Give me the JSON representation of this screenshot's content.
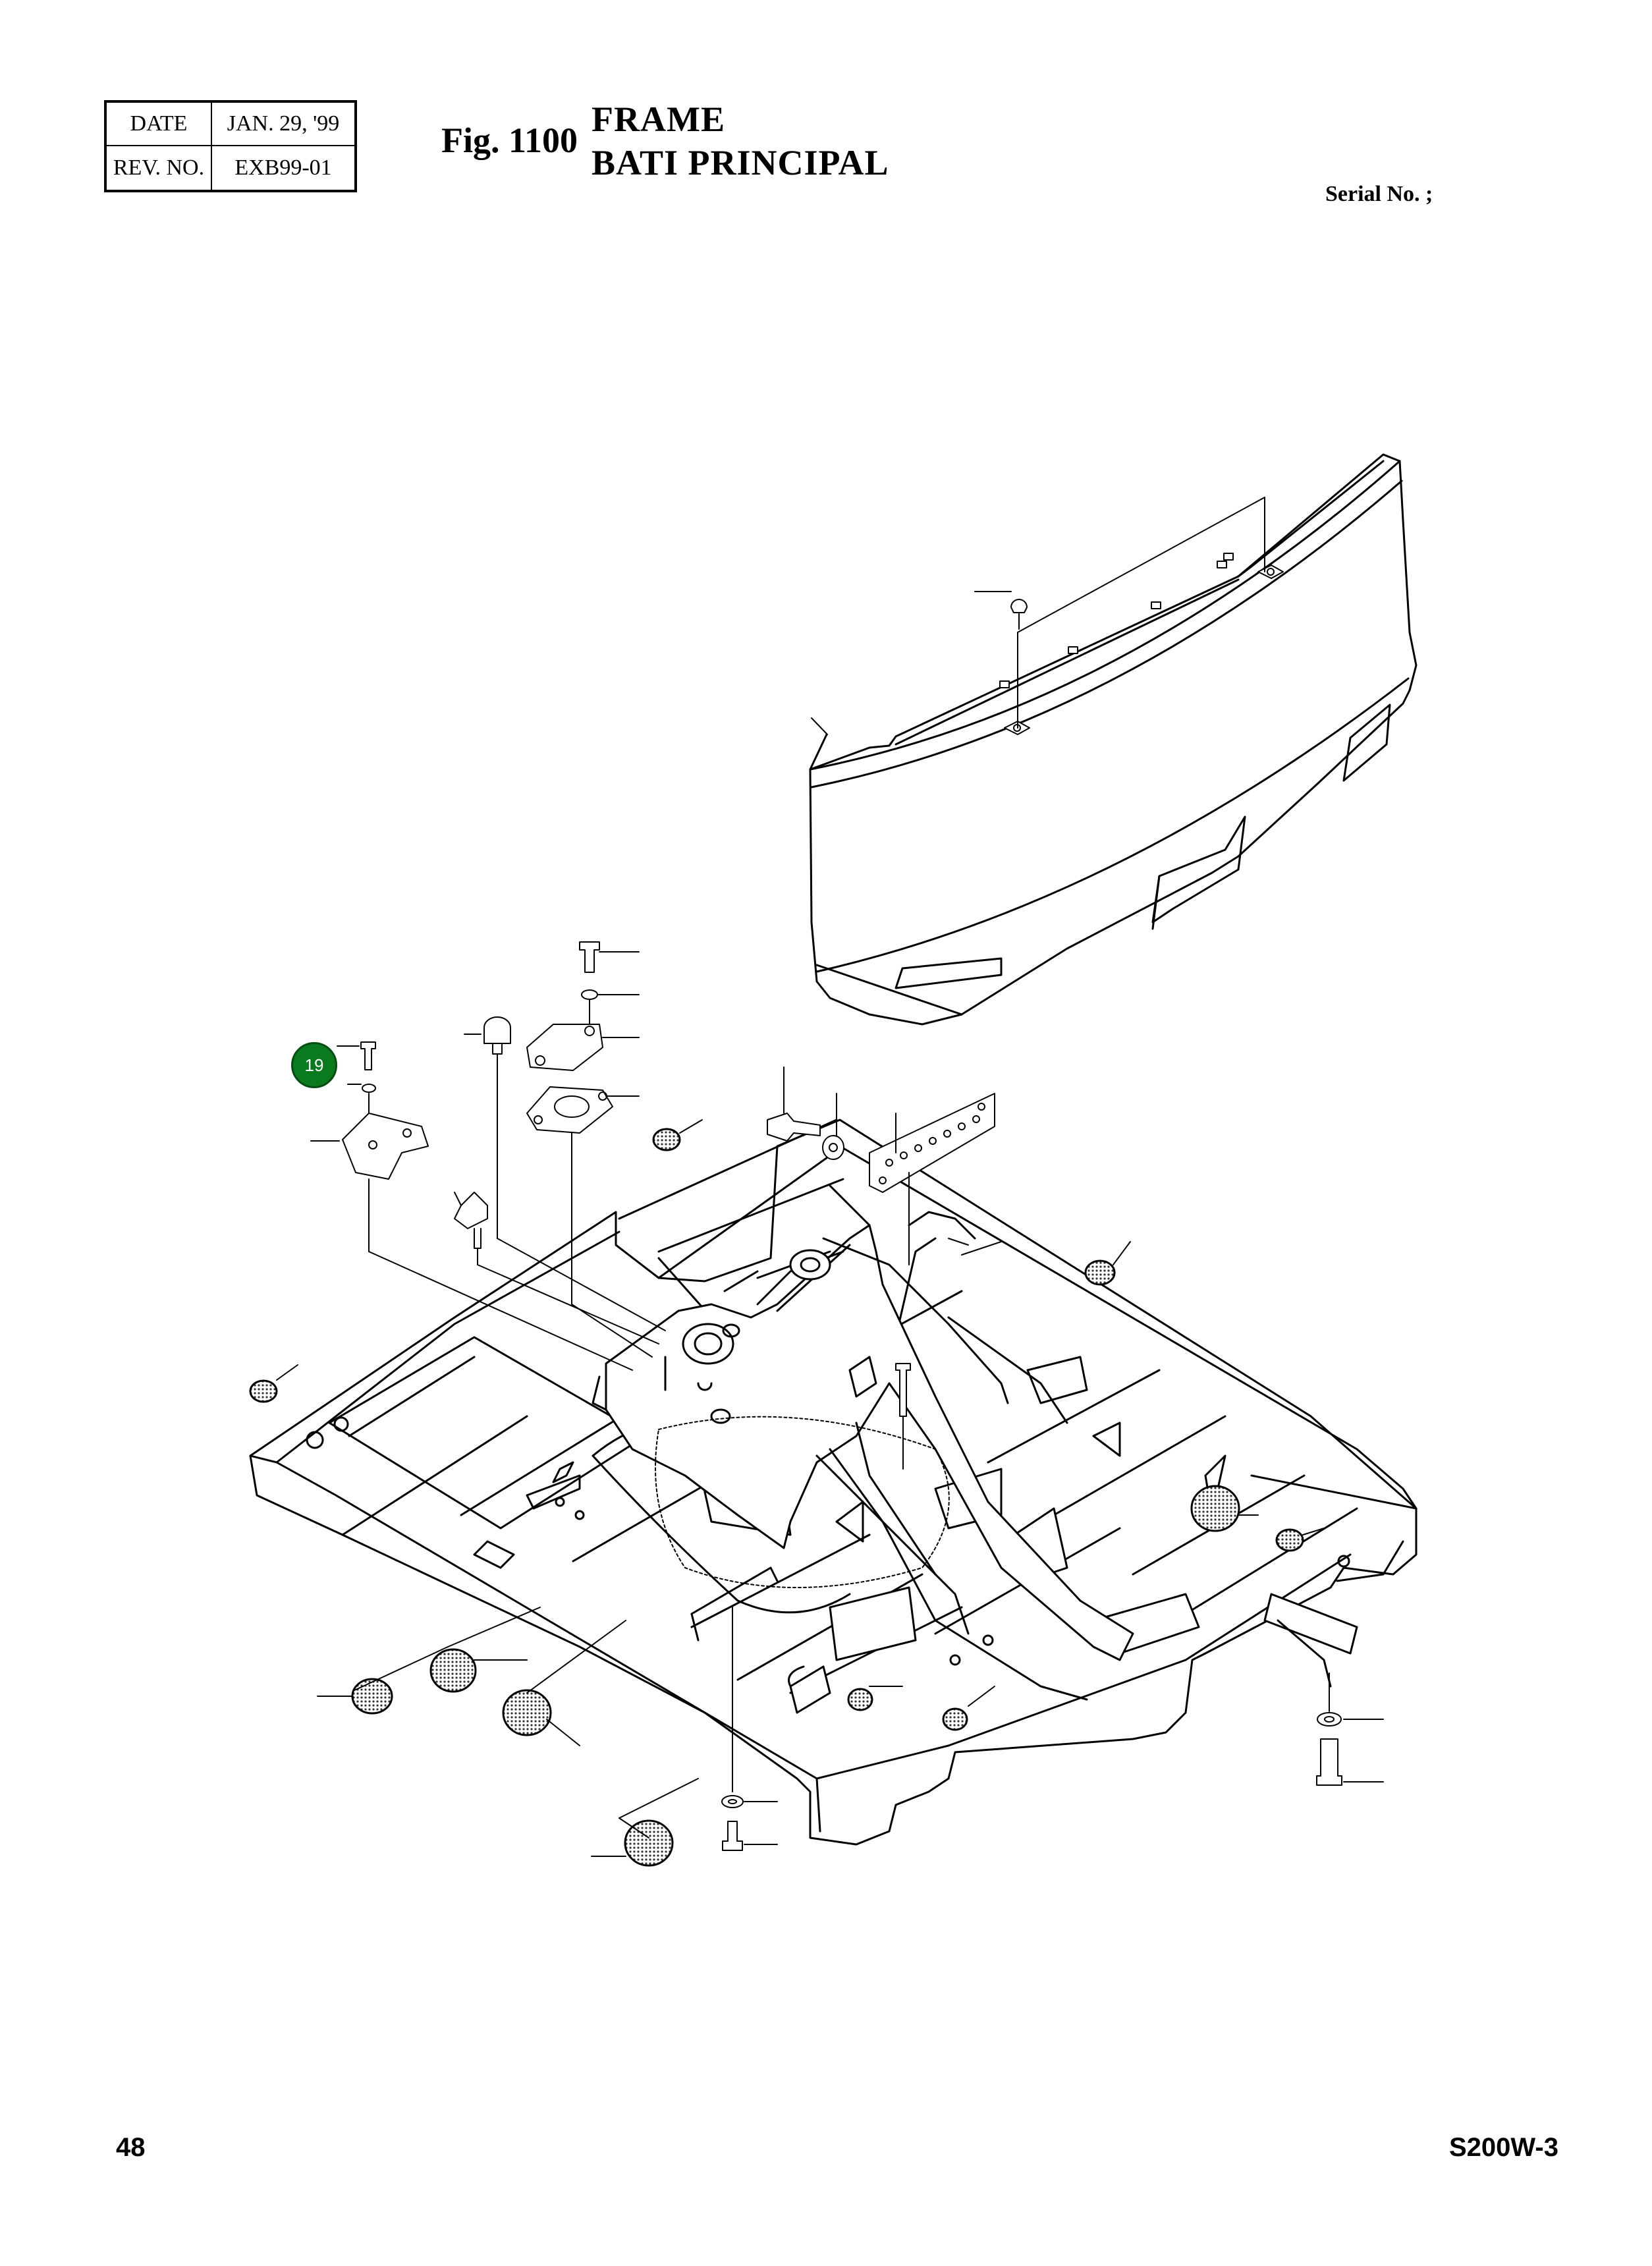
{
  "header": {
    "date_label": "DATE",
    "date_value": "JAN. 29, '99",
    "rev_label": "REV. NO.",
    "rev_value": "EXB99-01"
  },
  "figure": {
    "number": "Fig. 1100",
    "title_en": "FRAME",
    "title_fr": "BATI PRINCIPAL"
  },
  "serial_label": "Serial No. ;",
  "callouts": [
    {
      "label": "19",
      "color": "#0a7a1e"
    }
  ],
  "footer": {
    "page_number": "48",
    "model": "S200W-3"
  }
}
